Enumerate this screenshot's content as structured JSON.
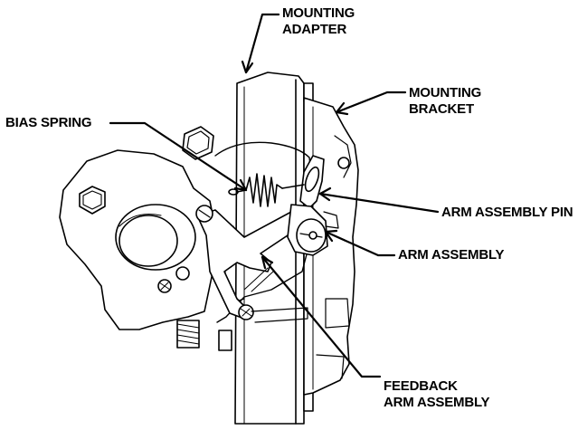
{
  "labels": {
    "mounting_adapter": [
      "MOUNTING",
      "ADAPTER"
    ],
    "mounting_bracket": [
      "MOUNTING",
      "BRACKET"
    ],
    "bias_spring": "BIAS SPRING",
    "arm_assembly_pin": "ARM ASSEMBLY PIN",
    "arm_assembly": "ARM ASSEMBLY",
    "feedback_arm_assembly": [
      "FEEDBACK",
      "ARM ASSEMBLY"
    ]
  },
  "colors": {
    "ink": "#000000",
    "paper": "#ffffff"
  }
}
